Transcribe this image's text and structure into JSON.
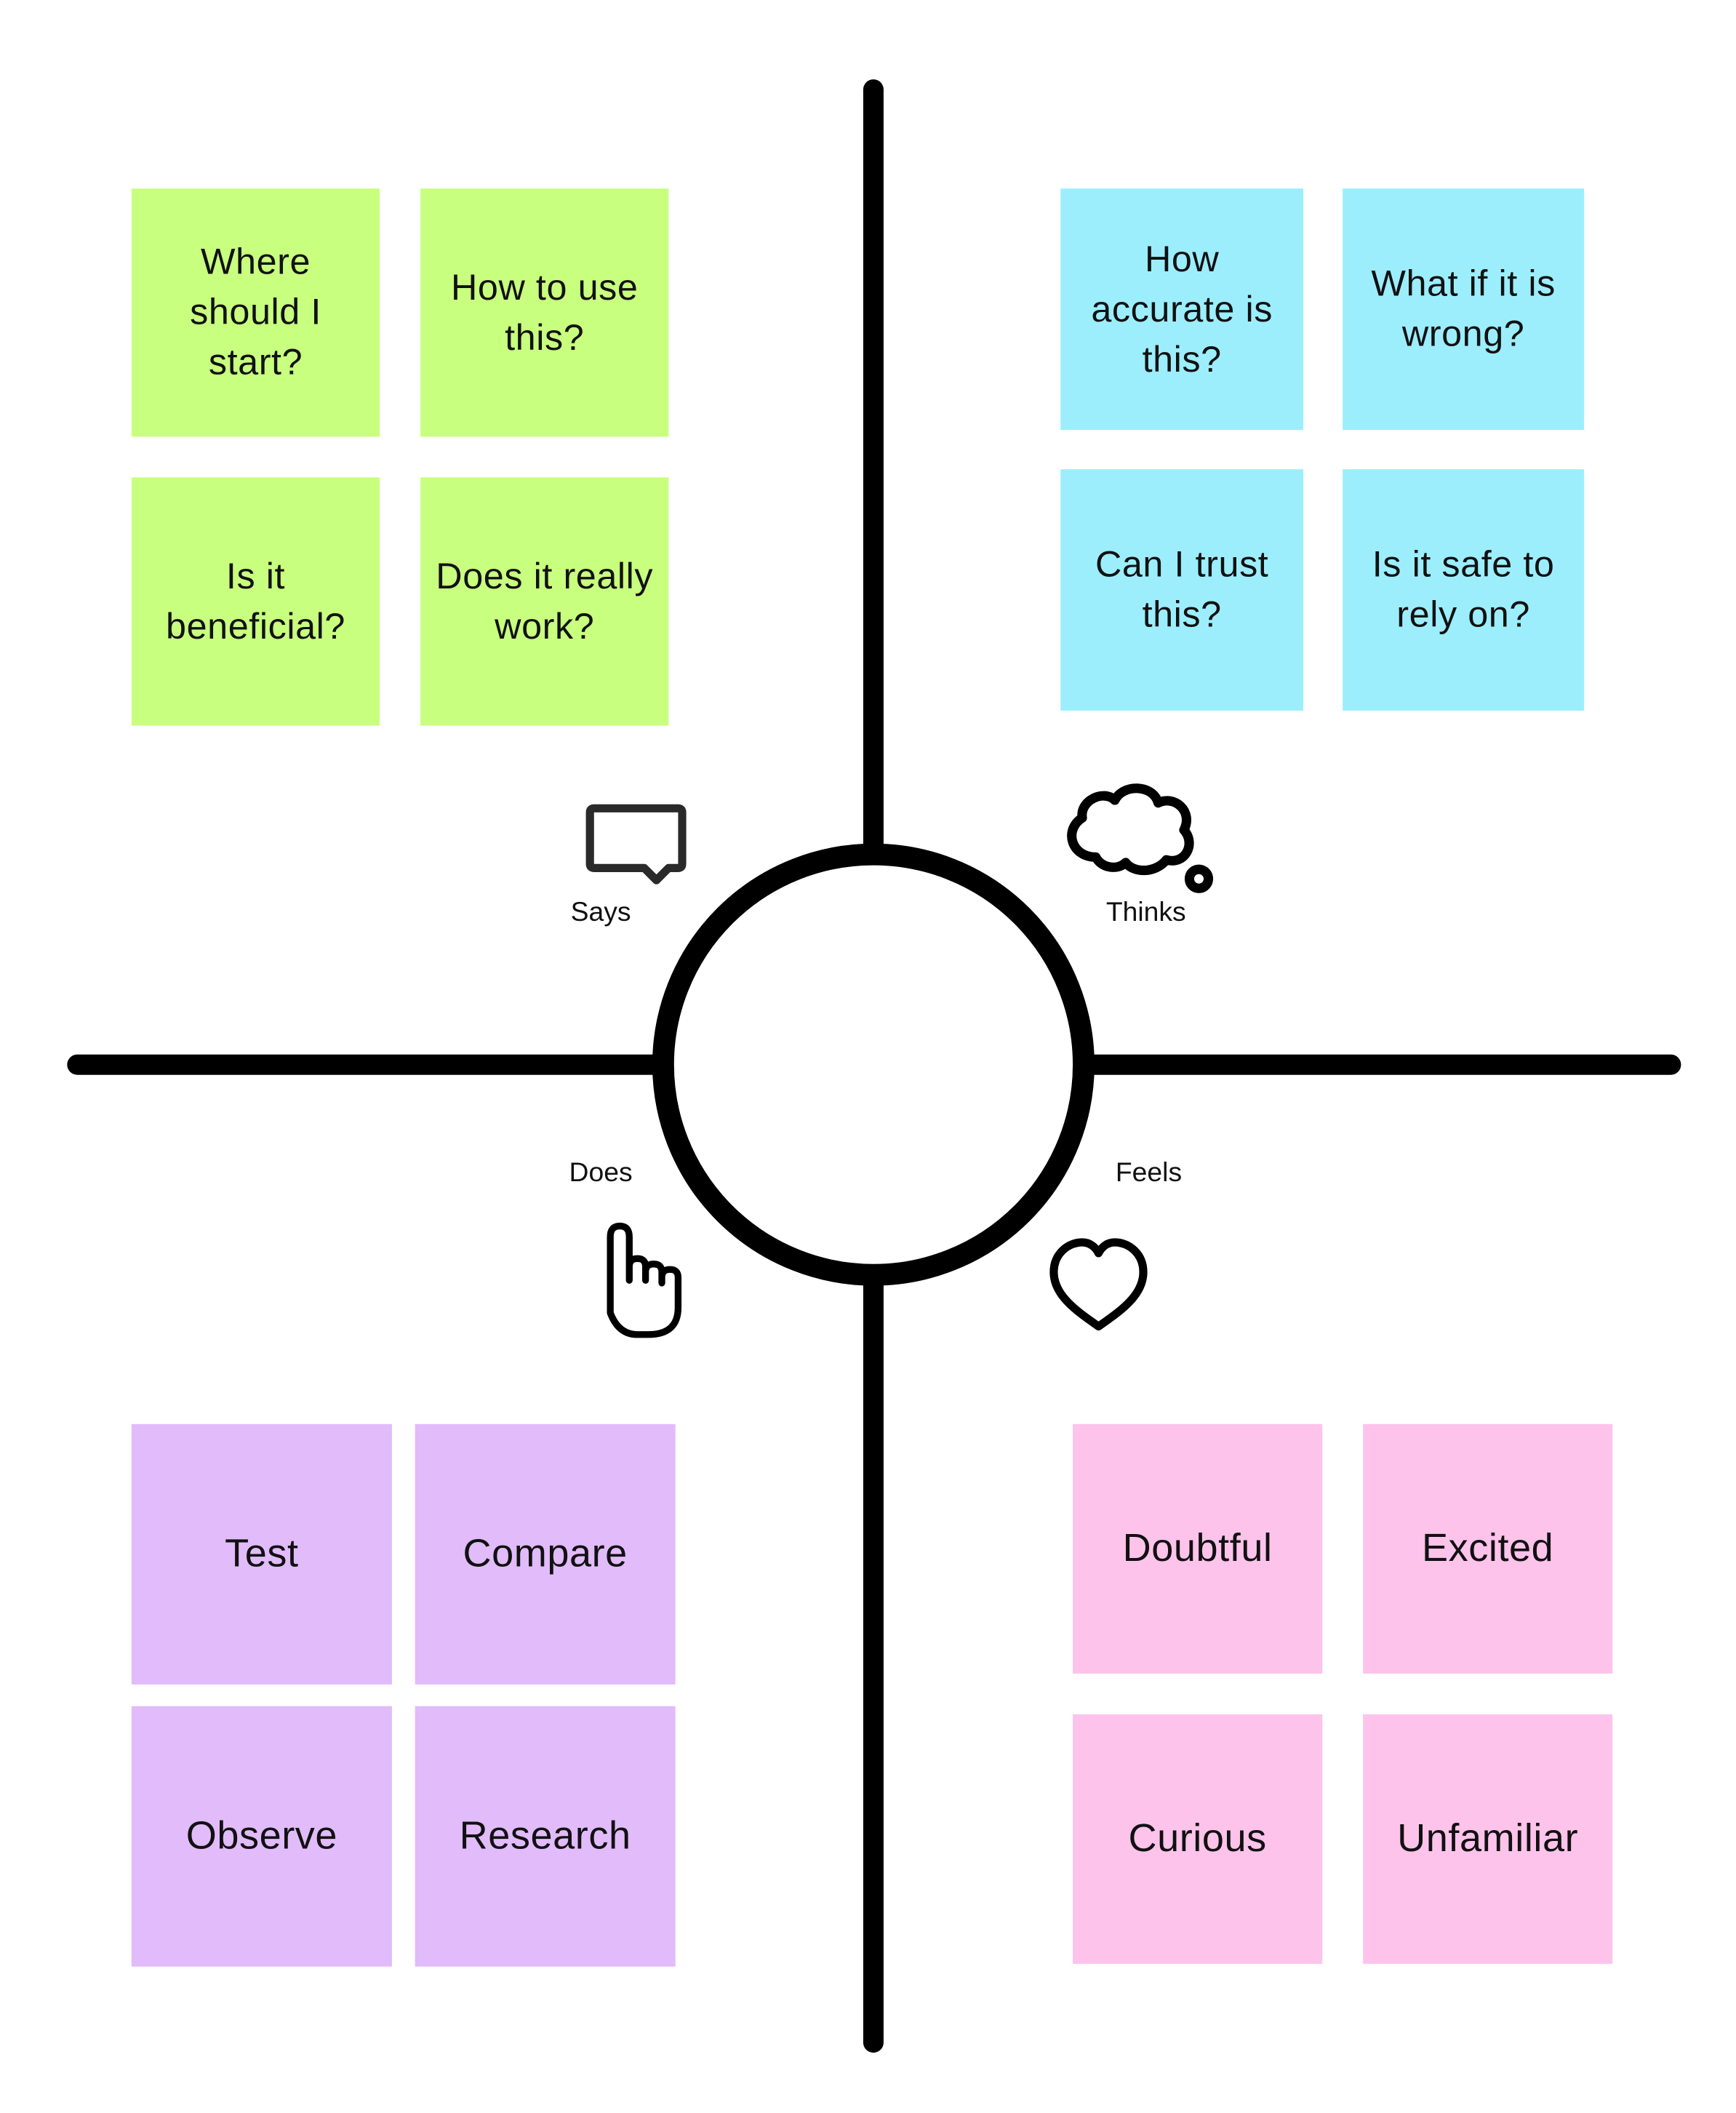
{
  "quadrants": {
    "says": {
      "label": "Says",
      "icon": "speech-bubble-icon",
      "color": "#c8ff7f",
      "notes": [
        "Where should I start?",
        "How to use this?",
        "Is it beneficial?",
        "Does it really work?"
      ]
    },
    "thinks": {
      "label": "Thinks",
      "icon": "thought-cloud-icon",
      "color": "#9ceefd",
      "notes": [
        "How accurate is this?",
        "What if it is wrong?",
        "Can I trust this?",
        "Is it safe to rely on?"
      ]
    },
    "does": {
      "label": "Does",
      "icon": "pointing-hand-icon",
      "color": "#e1bbfa",
      "notes": [
        "Test",
        "Compare",
        "Observe",
        "Research"
      ]
    },
    "feels": {
      "label": "Feels",
      "icon": "heart-icon",
      "color": "#fdc3eb",
      "notes": [
        "Doubtful",
        "Excited",
        "Curious",
        "Unfamiliar"
      ]
    }
  }
}
